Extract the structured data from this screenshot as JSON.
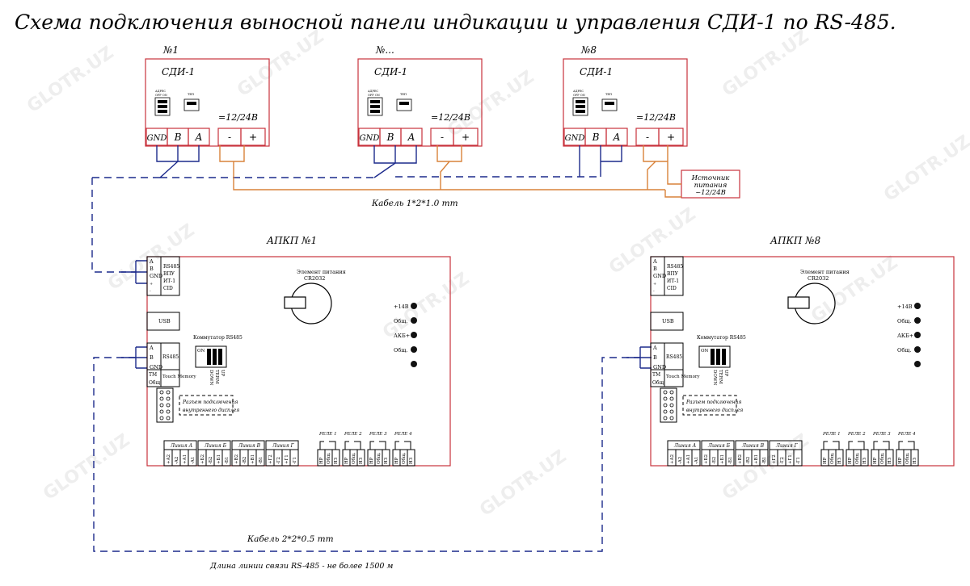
{
  "title": "Схема подключения выносной панели индикации и  управления СДИ-1 по RS-485.",
  "watermark": "GLOTR.UZ",
  "sdi_units": [
    {
      "number": "№1",
      "name": "СДИ-1",
      "supply": "=12/24В",
      "terminals": [
        "GND",
        "B",
        "A",
        "-",
        "+"
      ]
    },
    {
      "number": "№...",
      "name": "СДИ-1",
      "supply": "=12/24В",
      "terminals": [
        "GND",
        "B",
        "A",
        "-",
        "+"
      ]
    },
    {
      "number": "№8",
      "name": "СДИ-1",
      "supply": "=12/24В",
      "terminals": [
        "GND",
        "B",
        "A",
        "-",
        "+"
      ]
    }
  ],
  "dip_labels": {
    "address": "АДРЕС",
    "term": "ТЕП",
    "off": "OFF",
    "on": "ON"
  },
  "power_source": {
    "label1": "Источник",
    "label2": "питания",
    "label3": "~12/24В"
  },
  "cable_top": "Кабель  1*2*1.0 mm",
  "cable_bottom": "Кабель  2*2*0.5 mm",
  "line_length": "Длина линии связи RS-485 -  не более 1500 м",
  "apkp_units": [
    {
      "name": "АПКП №1"
    },
    {
      "name": "АПКП №8"
    }
  ],
  "apkp": {
    "rs485_terms": [
      "A",
      "B",
      "GND"
    ],
    "rs485_label": "RS485",
    "top_labels": [
      "RS485",
      "ВПУ",
      "ИТ-1",
      "CID"
    ],
    "usb": "USB",
    "tm_terms": [
      "TM",
      "Общ."
    ],
    "touch_memory": "Touch Memory",
    "battery_label1": "Элемент питания",
    "battery_label2": "CR2032",
    "commutator": "Коммутатор RS485",
    "dip_on": "ON",
    "dip_switches": [
      "DOWN",
      "TERM",
      "UP"
    ],
    "led_labels": [
      "+14В",
      "Общ.",
      "АКБ+",
      "Общ.",
      ""
    ],
    "display_connector1": "Разъем подключения",
    "display_connector2": "внутреннего дисплея",
    "lines": [
      "Линия А",
      "Линия Б",
      "Линия В",
      "Линия Г"
    ],
    "line_terms": [
      "+A2",
      "-A2",
      "+A1",
      "-A1",
      "+Б2",
      "-Б2",
      "+Б1",
      "-Б1",
      "+В2",
      "-В2",
      "+В1",
      "-В1",
      "+Г2",
      "-Г2",
      "+Г1",
      "-Г1"
    ],
    "relays": [
      "РЕЛЕ 1",
      "РЕЛЕ 2",
      "РЕЛЕ 3",
      "РЕЛЕ 4"
    ],
    "relay_terms": [
      "НР",
      "Общ.",
      "НЗ"
    ]
  }
}
